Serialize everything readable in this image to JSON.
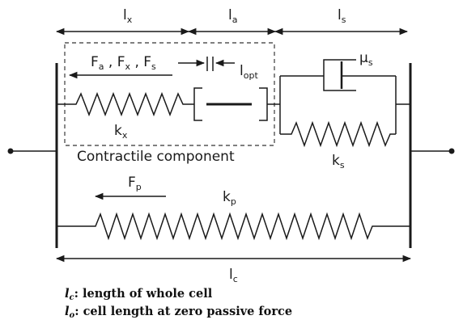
{
  "dims": {
    "lx": {
      "main": "l",
      "sub": "x"
    },
    "la": {
      "main": "l",
      "sub": "a"
    },
    "ls": {
      "main": "l",
      "sub": "s"
    },
    "lc": {
      "main": "l",
      "sub": "c"
    }
  },
  "labels": {
    "forces": {
      "f1": "F",
      "s1": "a",
      "sep1": " , ",
      "f2": "F",
      "s2": "x",
      "sep2": " , ",
      "f3": "F",
      "s3": "s"
    },
    "lopt": {
      "main": "l",
      "sub": "opt"
    },
    "mu_s": {
      "main": "μ",
      "sub": "s"
    },
    "kx": {
      "main": "k",
      "sub": "x"
    },
    "ks": {
      "main": "k",
      "sub": "s"
    },
    "kp": {
      "main": "k",
      "sub": "p"
    },
    "fp": {
      "main": "F",
      "sub": "p"
    },
    "contractile": "Contractile component"
  },
  "legend": [
    {
      "sym": "l",
      "sub": "c",
      "text": ": length of whole cell"
    },
    {
      "sym": "l",
      "sub": "o",
      "text": ": cell length at zero passive force"
    }
  ]
}
